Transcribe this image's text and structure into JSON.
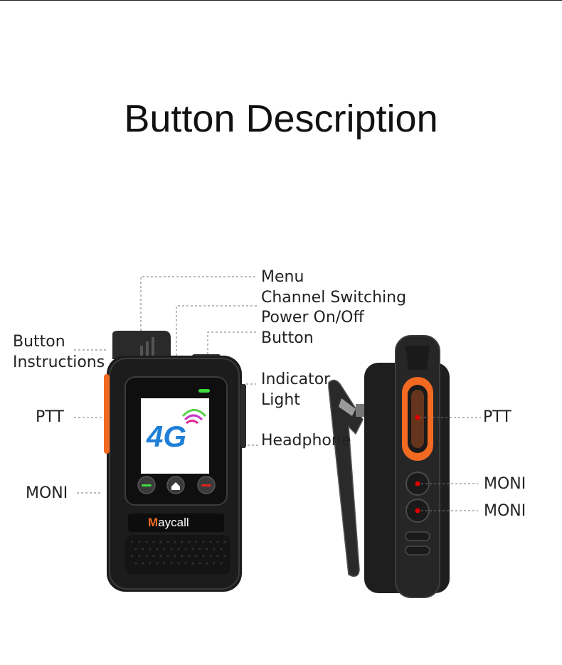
{
  "title": "Button Description",
  "labels": {
    "menu": "Menu",
    "channel_switching": "Channel Switching",
    "power": "Power On/Off",
    "button": "Button",
    "button_instructions_1": "Button",
    "button_instructions_2": "Instructions",
    "indicator_1": "Indicator",
    "indicator_2": "Light",
    "headphone": "Headphone",
    "ptt_left": "PTT",
    "moni_left": "MONI",
    "ptt_right": "PTT",
    "moni_right_1": "MONI",
    "moni_right_2": "MONI"
  },
  "device": {
    "brand": "Maycall",
    "brand_prefix": "M",
    "brand_rest": "aycall",
    "screen_text": "4G",
    "colors": {
      "body": "#1c1c1c",
      "accent": "#f26a21",
      "led": "#3ddc3d",
      "red_dot": "#e00000",
      "screen_text": "#1e7fd8"
    }
  }
}
